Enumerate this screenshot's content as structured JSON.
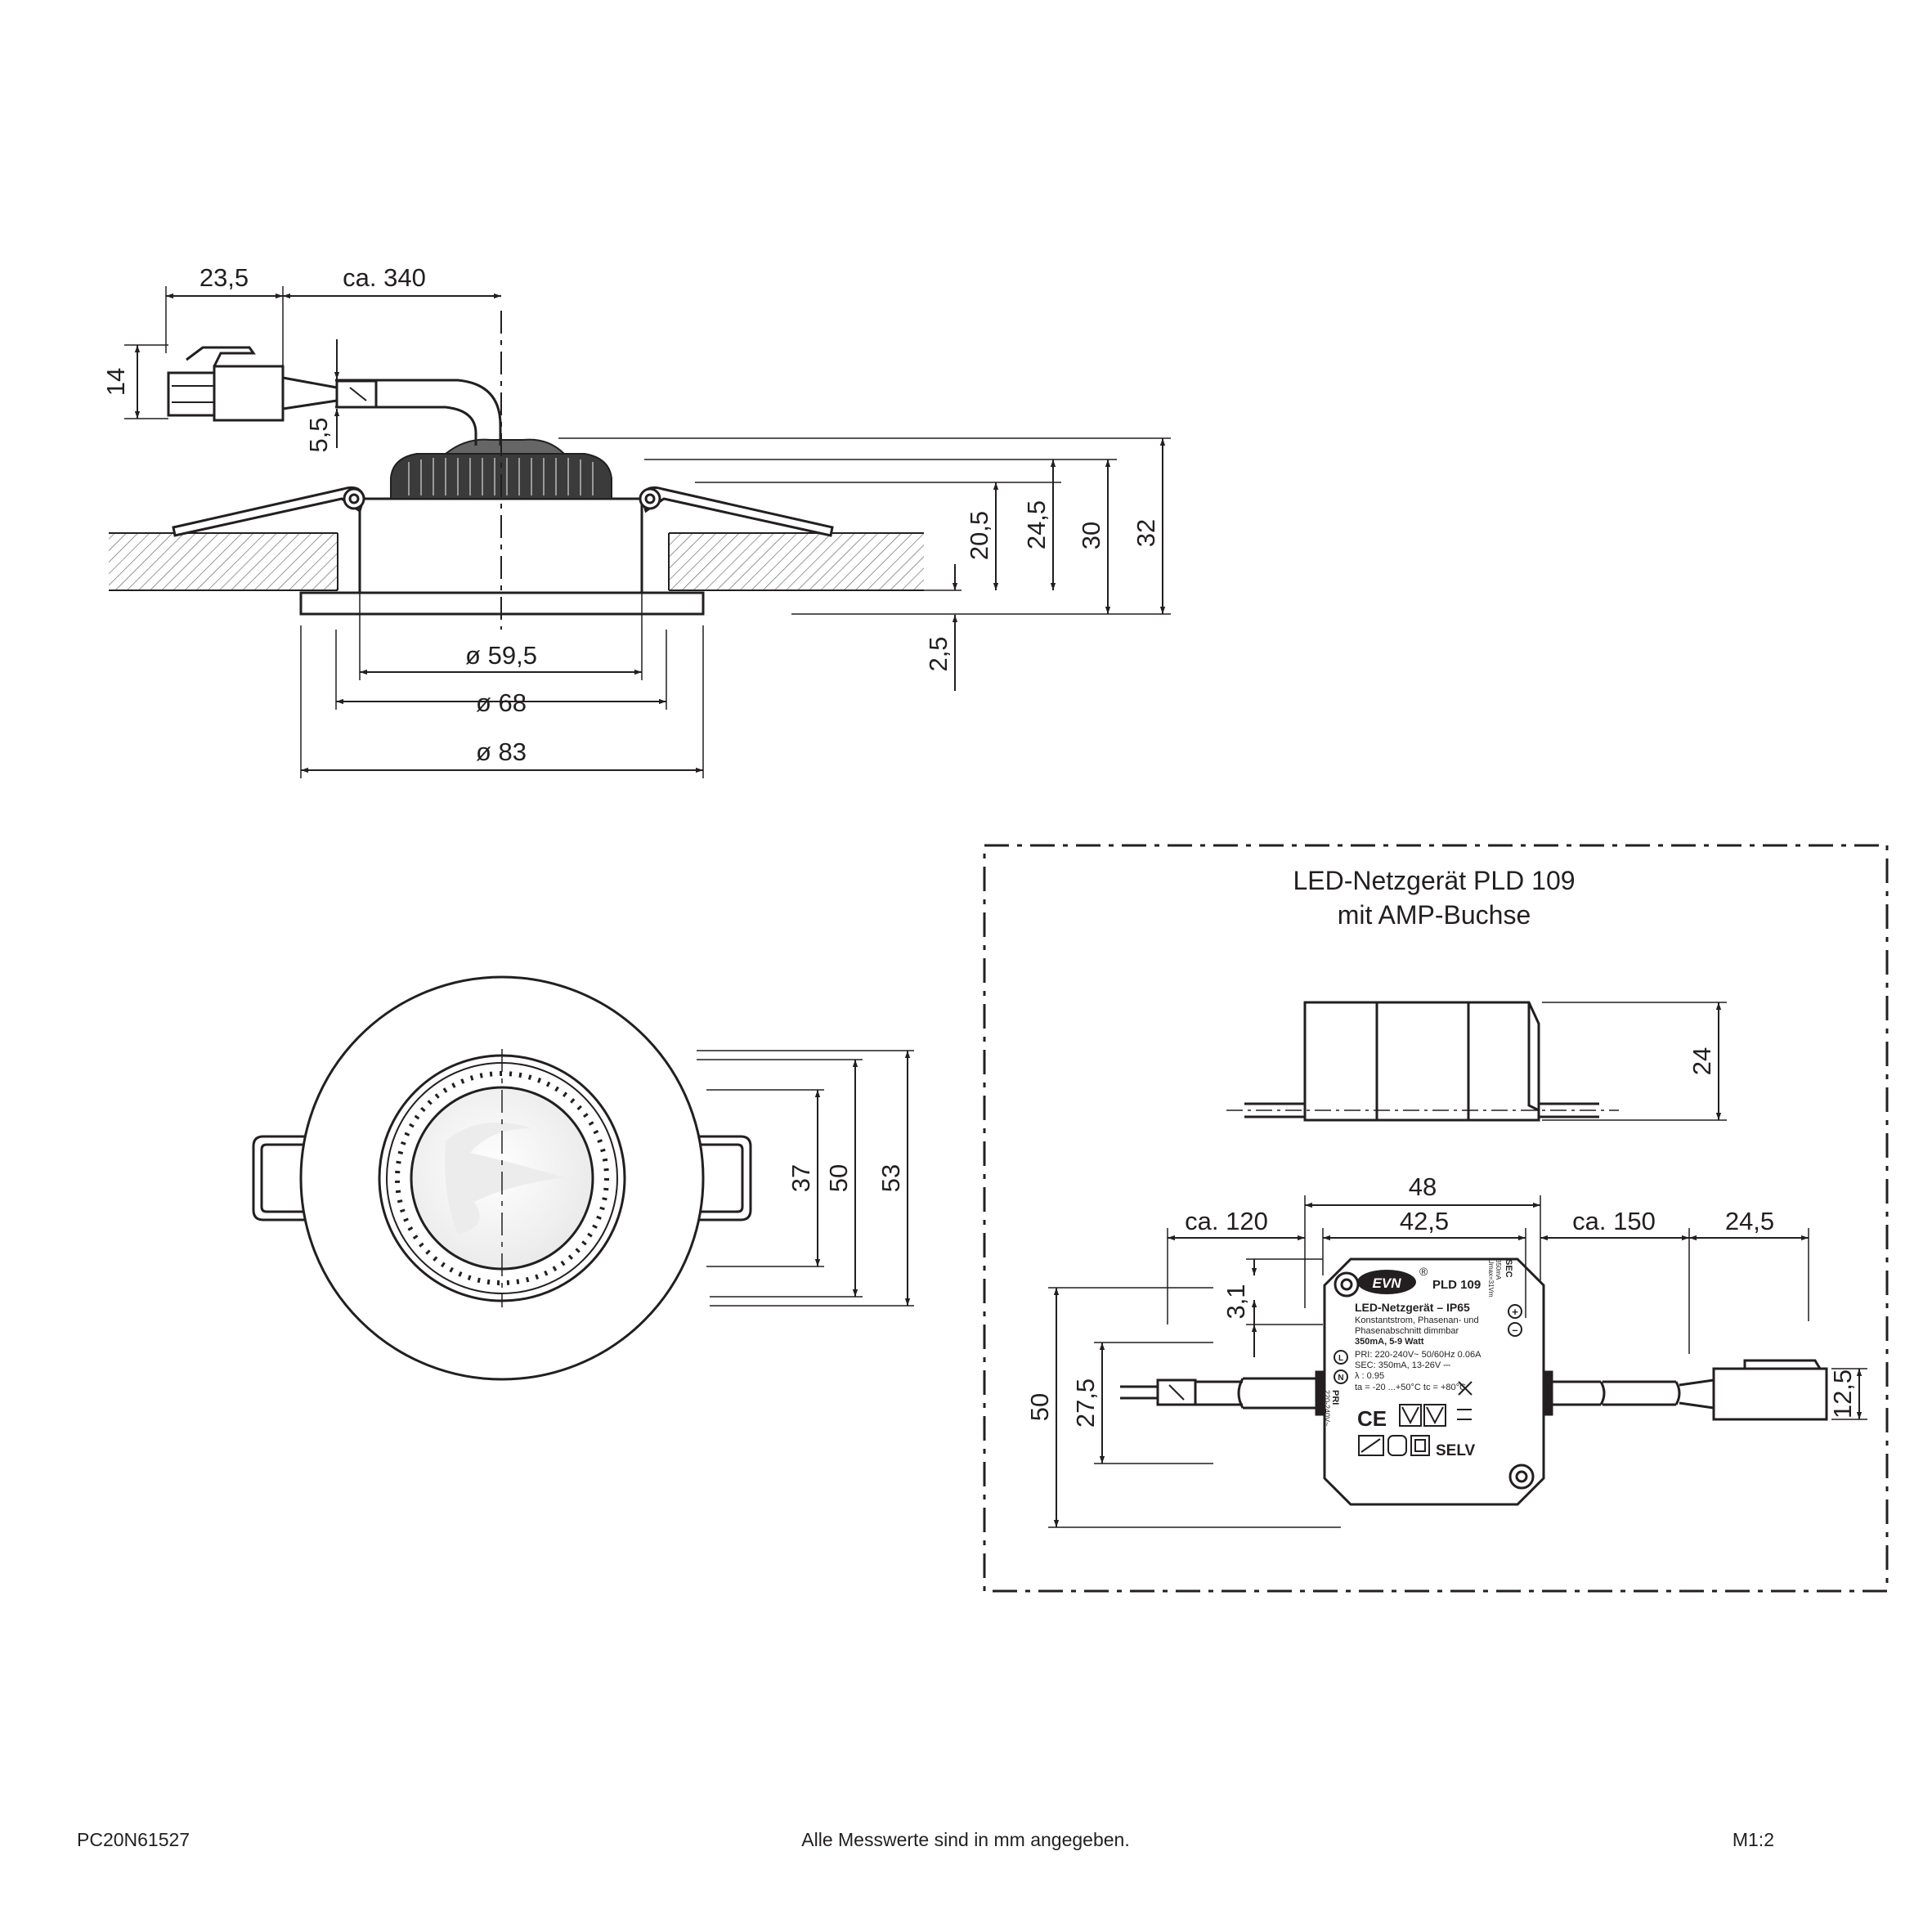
{
  "dims_side": {
    "connector_width": "23,5",
    "cable_length": "ca. 340",
    "connector_height": "14",
    "cable_diameter": "5,5",
    "d1": "20,5",
    "d2": "24,5",
    "d3": "30",
    "d4": "32",
    "flange": "2,5",
    "dia_inner": "ø 59,5",
    "dia_mid": "ø 68",
    "dia_outer": "ø 83"
  },
  "dims_top": {
    "h1": "37",
    "h2": "50",
    "h3": "53"
  },
  "psu_panel": {
    "title_line1": "LED-Netzgerät PLD 109",
    "title_line2": "mit AMP-Buchse",
    "height": "24",
    "width_total": "48",
    "width_inner": "42,5",
    "cable_left": "ca. 120",
    "cable_right": "ca. 150",
    "plug_length": "24,5",
    "hole_offset": "3,1",
    "cable_height": "27,5",
    "body_height": "50",
    "plug_height": "12,5"
  },
  "psu_label": {
    "brand": "EVN",
    "registered": "®",
    "model": "PLD 109",
    "name": "LED-Netzgerät  –  IP65",
    "line1": "Konstantstrom, Phasenan- und",
    "line2": "Phasenabschnitt dimmbar",
    "rating": "350mA, 5-9 Watt",
    "pri": "PRI: 220-240V~  50/60Hz 0.06A",
    "sec": "SEC: 350mA, 13-26V ⎓",
    "lambda": "λ : 0.95",
    "temps": "ta = -20 ...+50°C  tc = +80°C",
    "ce": "CE",
    "selv": "SELV",
    "sec_tag": "SEC",
    "sec_sub": "350mA",
    "sec_sub2": "Umax=31Vm",
    "pri_tag": "PRI",
    "pri_sub": "220-240V~",
    "plus": "+",
    "minus": "–",
    "l": "L",
    "n": "N"
  },
  "footer": {
    "code": "PC20N61527",
    "note": "Alle Messwerte sind in mm angegeben.",
    "scale": "M1:2"
  }
}
